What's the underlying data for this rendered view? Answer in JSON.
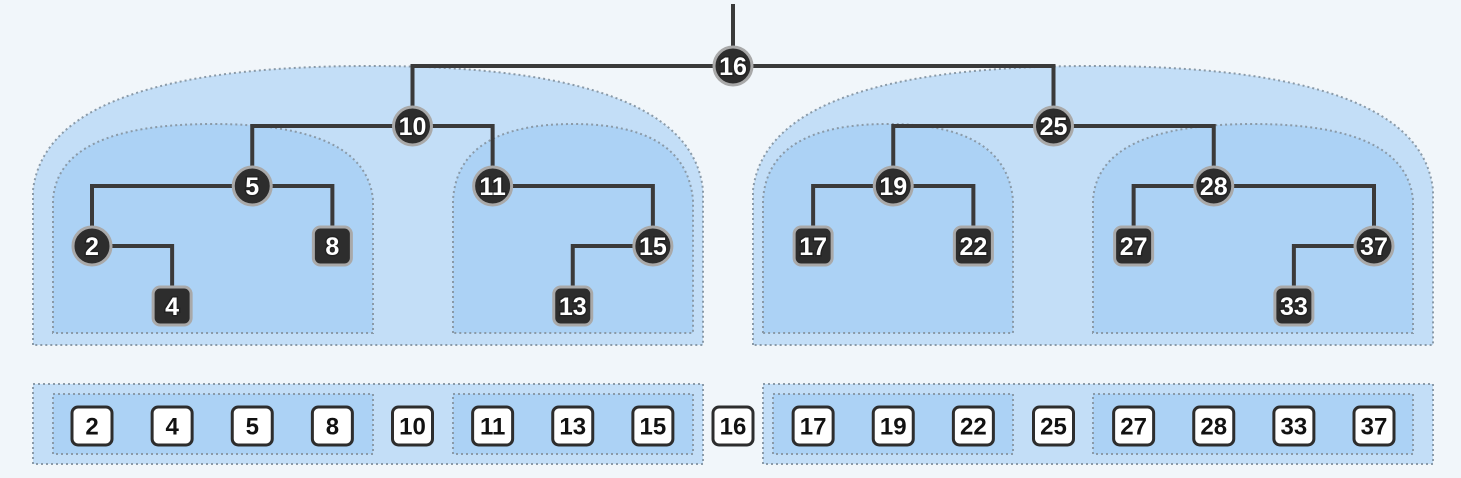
{
  "tree": {
    "root": "16",
    "nodes": [
      {
        "id": "16",
        "label": "16",
        "type": "internal",
        "parent": null
      },
      {
        "id": "10",
        "label": "10",
        "type": "internal",
        "parent": "16"
      },
      {
        "id": "25",
        "label": "25",
        "type": "internal",
        "parent": "16"
      },
      {
        "id": "5",
        "label": "5",
        "type": "internal",
        "parent": "10"
      },
      {
        "id": "11",
        "label": "11",
        "type": "internal",
        "parent": "10"
      },
      {
        "id": "19",
        "label": "19",
        "type": "internal",
        "parent": "25"
      },
      {
        "id": "28",
        "label": "28",
        "type": "internal",
        "parent": "25"
      },
      {
        "id": "2",
        "label": "2",
        "type": "internal",
        "parent": "5"
      },
      {
        "id": "8",
        "label": "8",
        "type": "leaf",
        "parent": "5"
      },
      {
        "id": "15",
        "label": "15",
        "type": "internal",
        "parent": "11"
      },
      {
        "id": "17",
        "label": "17",
        "type": "leaf",
        "parent": "19"
      },
      {
        "id": "22",
        "label": "22",
        "type": "leaf",
        "parent": "19"
      },
      {
        "id": "27",
        "label": "27",
        "type": "leaf",
        "parent": "28"
      },
      {
        "id": "37",
        "label": "37",
        "type": "internal",
        "parent": "28"
      },
      {
        "id": "4",
        "label": "4",
        "type": "leaf",
        "parent": "2"
      },
      {
        "id": "13",
        "label": "13",
        "type": "leaf",
        "parent": "15"
      },
      {
        "id": "33",
        "label": "33",
        "type": "leaf",
        "parent": "37"
      }
    ]
  },
  "sorted_array": [
    "2",
    "4",
    "5",
    "8",
    "10",
    "11",
    "13",
    "15",
    "16",
    "17",
    "19",
    "22",
    "25",
    "27",
    "28",
    "33",
    "37"
  ],
  "colors": {
    "background": "#f1f6fa",
    "region_outer": "#c3def7",
    "region_inner": "#acd2f5",
    "node_fill": "#2d2d2d",
    "node_border": "#a9a9a9",
    "edge": "#3a3a3a"
  }
}
